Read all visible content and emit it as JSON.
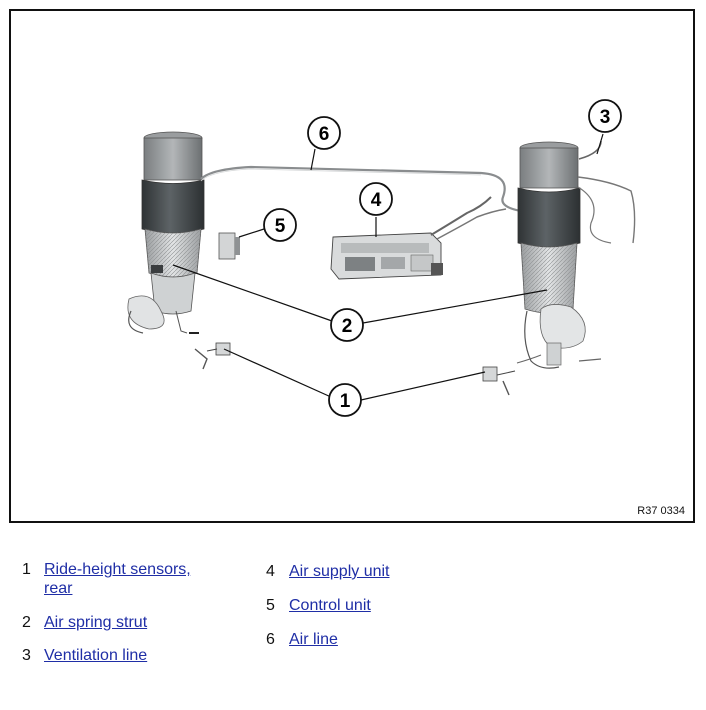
{
  "figure": {
    "figure_id": "R37 0334",
    "callouts": [
      "1",
      "2",
      "3",
      "4",
      "5",
      "6"
    ],
    "colors": {
      "metal": "#d8d8d8",
      "bellows": "#4a4f52",
      "line": "#1a1a1a",
      "link": "#1f2ea6"
    }
  },
  "legend": {
    "items": [
      {
        "number": "1",
        "label_line1": "Ride-height sensors,",
        "label_line2": "rear"
      },
      {
        "number": "2",
        "label_line1": "Air spring strut"
      },
      {
        "number": "3",
        "label_line1": "Ventilation line"
      },
      {
        "number": "4",
        "label_line1": "Air supply unit"
      },
      {
        "number": "5",
        "label_line1": "Control unit"
      },
      {
        "number": "6",
        "label_line1": "Air line"
      }
    ]
  }
}
